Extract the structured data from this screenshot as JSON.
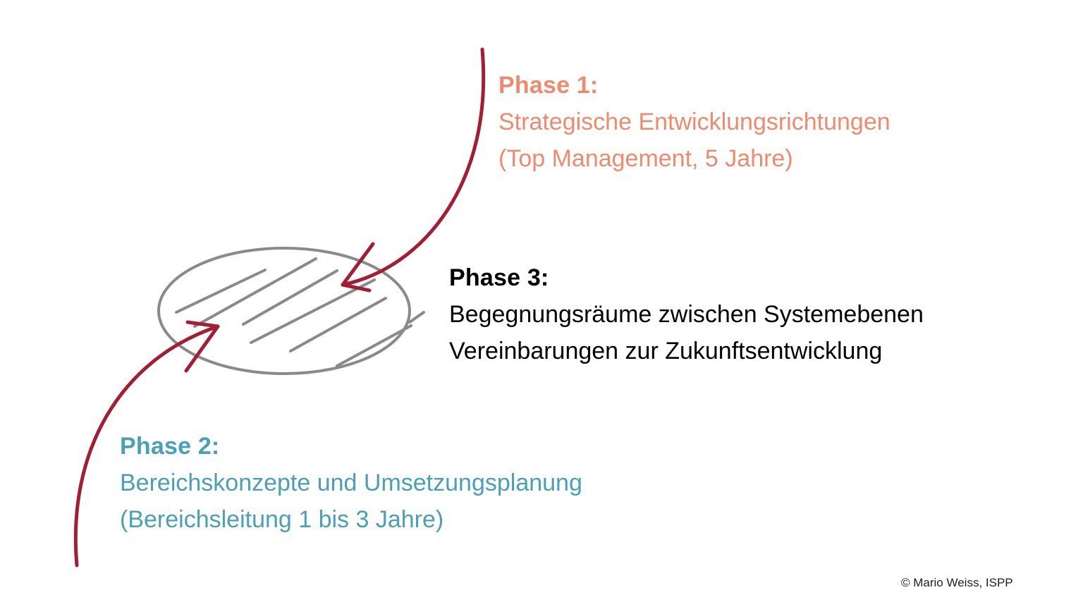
{
  "colors": {
    "phase1": "#ee8b6f",
    "phase2": "#4aa0b5",
    "phase3": "#000000",
    "arrow": "#a51d33",
    "ellipse": "#8a8a8a"
  },
  "phase1": {
    "title": "Phase 1:",
    "line1": "Strategische Entwicklungsrichtungen",
    "line2": "(Top Management, 5 Jahre)"
  },
  "phase3": {
    "title": "Phase 3:",
    "line1": "Begegnungsräume zwischen Systemebenen",
    "line2": "Vereinbarungen zur Zukunftsentwicklung"
  },
  "phase2": {
    "title": "Phase 2:",
    "line1": "Bereichskonzepte und Umsetzungsplanung",
    "line2": "(Bereichsleitung 1 bis 3 Jahre)"
  },
  "footer": {
    "copyright": "© Mario Weiss, ISPP"
  }
}
